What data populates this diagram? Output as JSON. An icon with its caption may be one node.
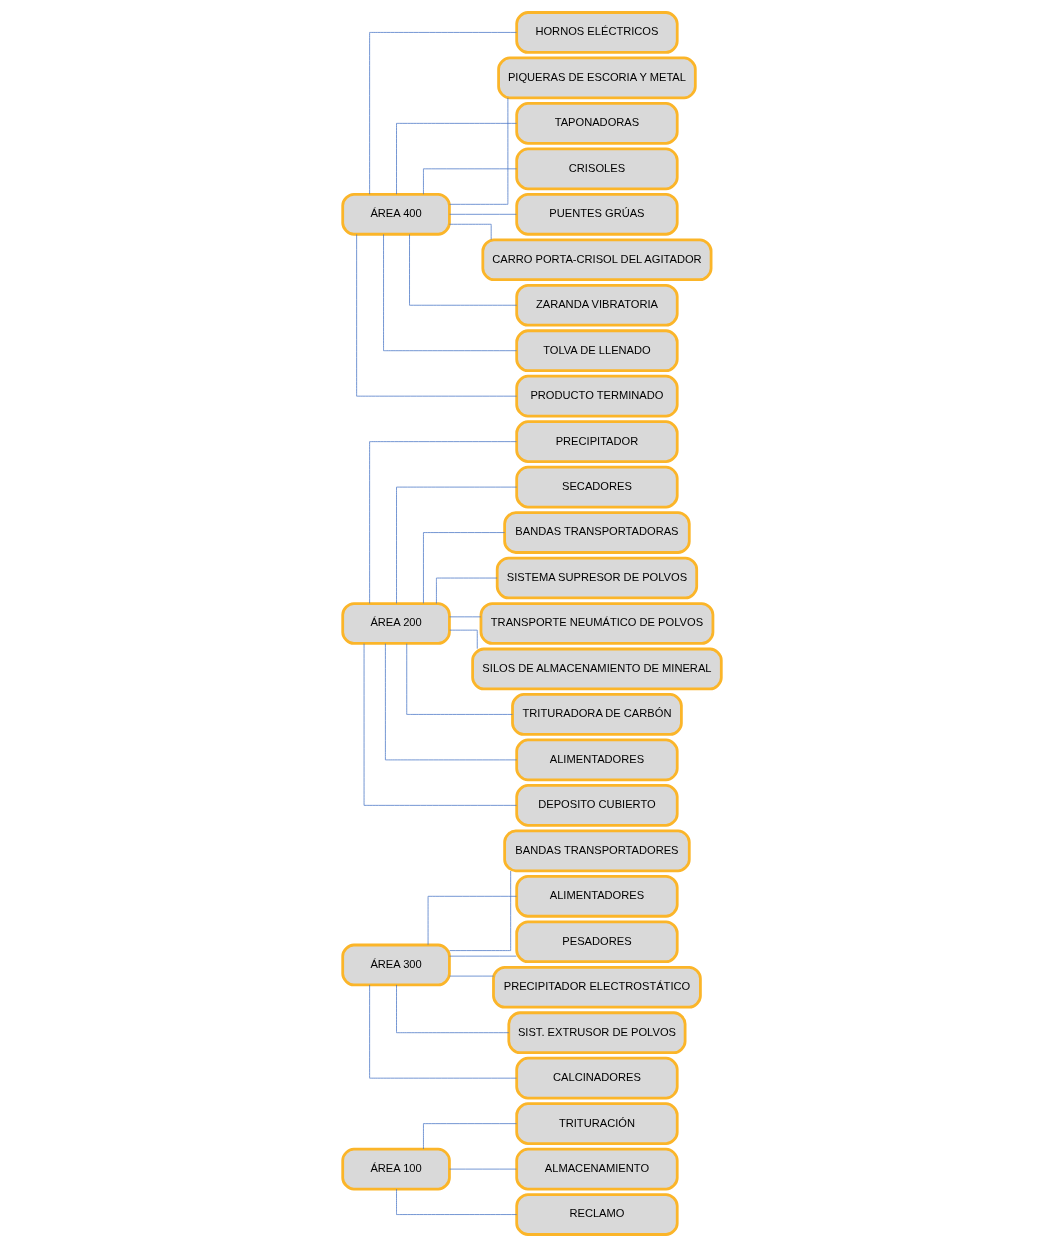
{
  "diagram": {
    "nodes": [
      {
        "text": [
          "ÁREA 100"
        ]
      },
      {
        "text": [
          "TRITURACIÓN"
        ]
      },
      {
        "text": [
          "ALMACENAMIENTO"
        ]
      },
      {
        "text": [
          "RECLAMO"
        ]
      },
      {
        "text": [
          "ÁREA 300"
        ]
      },
      {
        "text": [
          "BANDAS TRANSPORTADORES"
        ]
      },
      {
        "text": [
          "ALIMENTADORES"
        ]
      },
      {
        "text": [
          "PESADORES"
        ]
      },
      {
        "text": [
          "PRECIPITADOR ELECTROSTÁTICO"
        ]
      },
      {
        "text": [
          "SIST. EXTRUSOR DE POLVOS"
        ]
      },
      {
        "text": [
          "CALCINADORES"
        ]
      },
      {
        "text": [
          "ÁREA 200"
        ]
      },
      {
        "text": [
          "PRECIPITADOR"
        ]
      },
      {
        "text": [
          "SECADORES"
        ]
      },
      {
        "text": [
          "BANDAS TRANSPORTADORAS"
        ]
      },
      {
        "text": [
          "SISTEMA SUPRESOR DE POLVOS"
        ]
      },
      {
        "text": [
          "TRANSPORTE NEUMÁTICO DE POLVOS"
        ]
      },
      {
        "text": [
          "SILOS DE ALMACENAMIENTO DE MINERAL"
        ]
      },
      {
        "text": [
          "TRITURADORA DE CARBÓN"
        ]
      },
      {
        "text": [
          "ALIMENTADORES"
        ]
      },
      {
        "text": [
          "DEPOSITO CUBIERTO"
        ]
      },
      {
        "text": [
          "ÁREA 400"
        ]
      },
      {
        "text": [
          "HORNOS ELÉCTRICOS"
        ]
      },
      {
        "text": [
          "PIQUERAS DE ESCORIA Y METAL"
        ]
      },
      {
        "text": [
          "TAPONADORAS"
        ]
      },
      {
        "text": [
          "CRISOLES"
        ]
      },
      {
        "text": [
          "PUENTES GRÚAS"
        ]
      },
      {
        "text": [
          "CARRO PORTA-CRISOL DEL AGITADOR"
        ]
      },
      {
        "text": [
          "ZARANDA VIBRATORIA"
        ]
      },
      {
        "text": [
          "TOLVA DE LLENADO"
        ]
      },
      {
        "text": [
          "PRODUCTO TERMINADO"
        ]
      }
    ],
    "edges": [
      {
        "from": 0,
        "to": 1,
        "arrow": "none"
      },
      {
        "from": 0,
        "to": 2,
        "arrow": "none"
      },
      {
        "from": 0,
        "to": 3,
        "arrow": "none"
      },
      {
        "from": 4,
        "to": 5,
        "arrow": "none"
      },
      {
        "from": 4,
        "to": 6,
        "arrow": "none"
      },
      {
        "from": 4,
        "to": 7,
        "arrow": "none"
      },
      {
        "from": 4,
        "to": 8,
        "arrow": "none"
      },
      {
        "from": 4,
        "to": 9,
        "arrow": "none"
      },
      {
        "from": 4,
        "to": 10,
        "arrow": "none"
      },
      {
        "from": 11,
        "to": 12,
        "arrow": "none"
      },
      {
        "from": 11,
        "to": 13,
        "arrow": "none"
      },
      {
        "from": 11,
        "to": 14,
        "arrow": "none"
      },
      {
        "from": 11,
        "to": 15,
        "arrow": "none"
      },
      {
        "from": 11,
        "to": 16,
        "arrow": "none"
      },
      {
        "from": 11,
        "to": 17,
        "arrow": "none"
      },
      {
        "from": 11,
        "to": 18,
        "arrow": "none"
      },
      {
        "from": 11,
        "to": 19,
        "arrow": "none"
      },
      {
        "from": 11,
        "to": 20,
        "arrow": "none"
      },
      {
        "from": 21,
        "to": 22,
        "arrow": "none"
      },
      {
        "from": 21,
        "to": 23,
        "arrow": "none"
      },
      {
        "from": 21,
        "to": 24,
        "arrow": "none"
      },
      {
        "from": 21,
        "to": 25,
        "arrow": "none"
      },
      {
        "from": 21,
        "to": 26,
        "arrow": "none"
      },
      {
        "from": 21,
        "to": 27,
        "arrow": "none"
      },
      {
        "from": 21,
        "to": 28,
        "arrow": "none"
      },
      {
        "from": 21,
        "to": 29,
        "arrow": "none"
      },
      {
        "from": 21,
        "to": 30,
        "arrow": "none"
      }
    ]
  }
}
